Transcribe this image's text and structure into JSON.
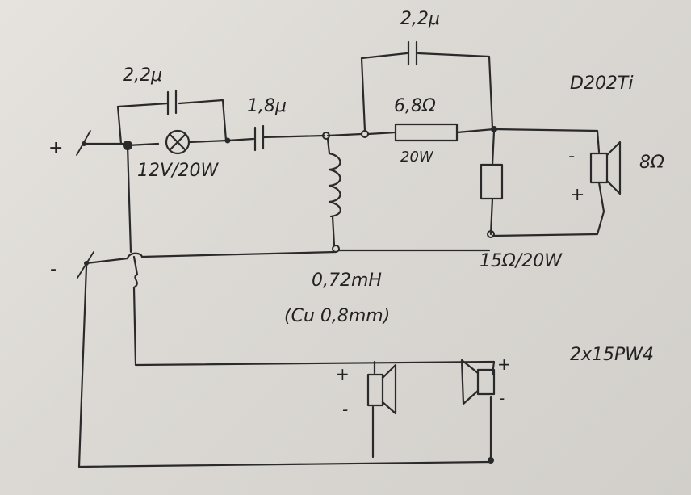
{
  "labels": {
    "cap_lamp": "2,2μ",
    "lamp": "12V/20W",
    "cap_series": "1,8μ",
    "cap_top": "2,2μ",
    "res_series": "6,8Ω",
    "res_series_power": "20W",
    "tweeter_model": "D202Ti",
    "tweeter_impedance": "8Ω",
    "tweeter_minus": "-",
    "tweeter_plus": "+",
    "res_shunt": "15Ω/20W",
    "inductor": "0,72mH",
    "inductor_wire": "(Cu 0,8mm)",
    "woofers": "2x15PW4",
    "input_plus": "+",
    "input_minus": "-",
    "woofer1_plus": "+",
    "woofer1_minus": "-",
    "woofer2_plus": "+",
    "woofer2_minus": "-"
  }
}
